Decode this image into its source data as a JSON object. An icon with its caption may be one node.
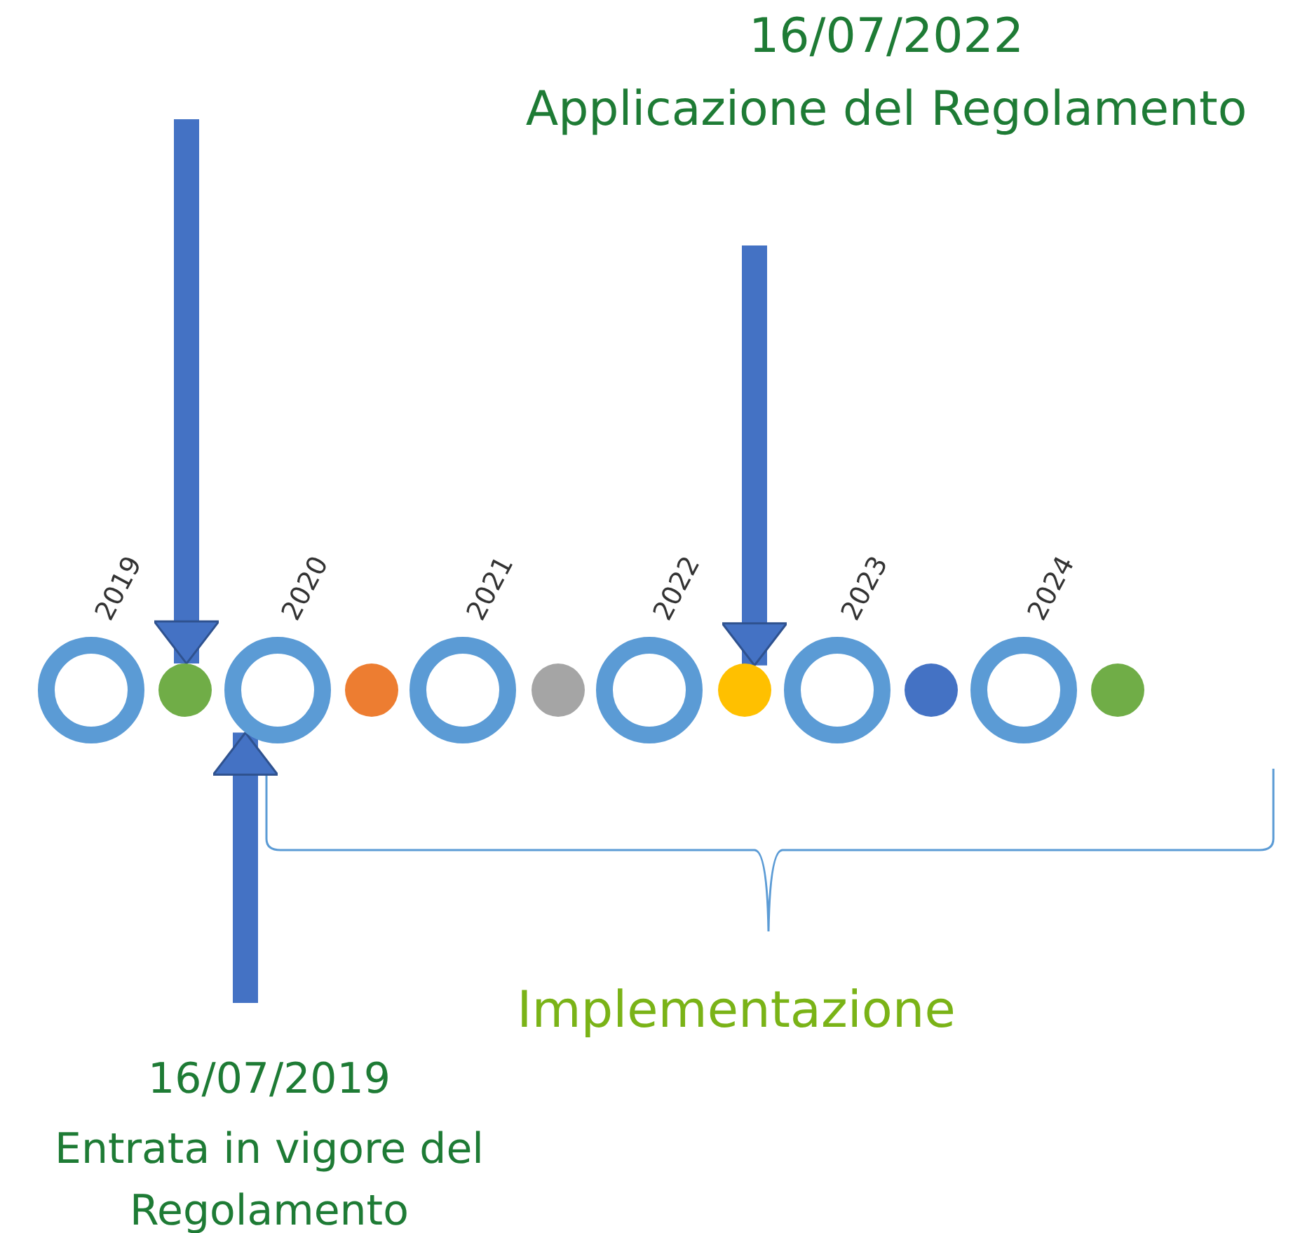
{
  "diagram": {
    "nodes": [
      {
        "text": [],
        "shape": "circle",
        "beside": [
          "2019"
        ]
      },
      {
        "text": [],
        "shape": "circle"
      },
      {
        "text": [],
        "shape": "circle",
        "beside": [
          "2020"
        ]
      },
      {
        "text": [],
        "shape": "circle"
      },
      {
        "text": [],
        "shape": "circle",
        "beside": [
          "2021"
        ]
      },
      {
        "text": [],
        "shape": "circle"
      },
      {
        "text": [],
        "shape": "circle",
        "beside": [
          "2022"
        ]
      },
      {
        "text": [],
        "shape": "circle"
      },
      {
        "text": [],
        "shape": "circle",
        "beside": [
          "2023"
        ]
      },
      {
        "text": [],
        "shape": "circle"
      },
      {
        "text": [],
        "shape": "circle",
        "beside": [
          "2024"
        ]
      },
      {
        "text": [],
        "shape": "circle"
      }
    ],
    "edges": [
      {
        "from": null,
        "to": 1,
        "arrow": "to"
      },
      {
        "from": null,
        "to": 7,
        "arrow": "to"
      },
      {
        "from": null,
        "to": 2,
        "arrow": "to"
      }
    ],
    "labels": [
      "16/07/2022",
      "Applicazione del Regolamento",
      "Implementazione",
      "16/07/2019",
      "Entrata in vigore del Regolamento"
    ]
  }
}
